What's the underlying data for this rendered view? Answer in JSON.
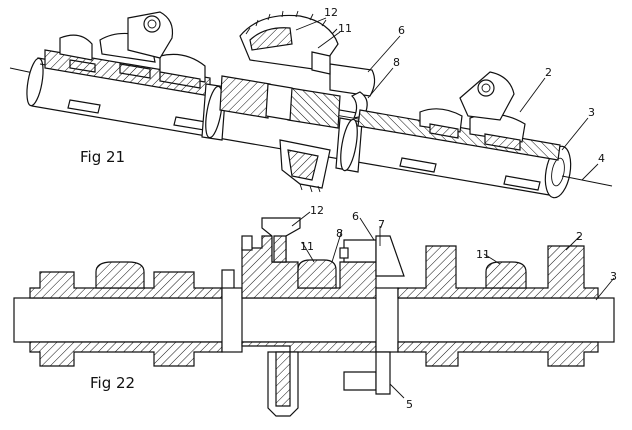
{
  "fig21": {
    "caption": "Fig 21",
    "labels": {
      "l12": "12",
      "l11": "11",
      "l6": "6",
      "l8": "8",
      "l2": "2",
      "l3": "3",
      "l4": "4"
    }
  },
  "fig22": {
    "caption": "Fig 22",
    "labels": {
      "l12": "12",
      "l8": "8",
      "l11a": "11",
      "l6": "6",
      "l7": "7",
      "l11b": "11",
      "l2": "2",
      "l3": "3",
      "l5": "5"
    }
  }
}
